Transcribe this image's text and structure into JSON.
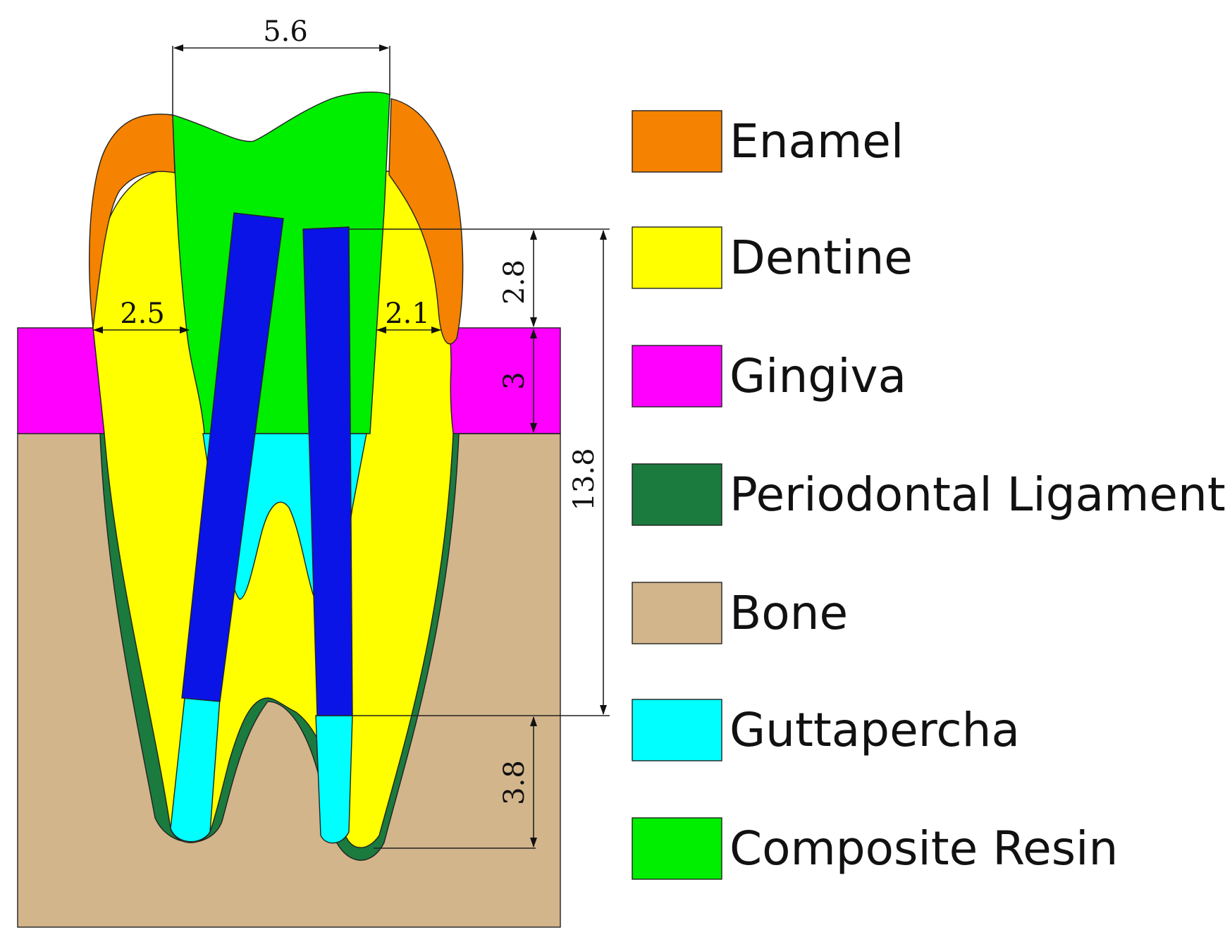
{
  "colors": {
    "enamel": "#F58200",
    "dentine": "#FFFF00",
    "gingiva": "#FF00FF",
    "periodontal_ligament": "#1B7A3E",
    "bone": "#D3B58B",
    "guttapercha": "#00FFFF",
    "composite_resin": "#00EE00",
    "post": "#0A14E6"
  },
  "dimensions": {
    "crown_width": "5.6",
    "left_wall": "2.5",
    "right_wall": "2.1",
    "post_above_gingiva": "2.8",
    "gingiva_height": "3",
    "post_length": "13.8",
    "apical_seal": "3.8"
  },
  "legend": [
    {
      "key": "enamel",
      "label": "Enamel",
      "color": "#F58200"
    },
    {
      "key": "dentine",
      "label": "Dentine",
      "color": "#FFFF00"
    },
    {
      "key": "gingiva",
      "label": "Gingiva",
      "color": "#FF00FF"
    },
    {
      "key": "periodontal-ligament",
      "label": "Periodontal Ligament",
      "color": "#1B7A3E"
    },
    {
      "key": "bone",
      "label": "Bone",
      "color": "#D3B58B"
    },
    {
      "key": "guttapercha",
      "label": "Guttapercha",
      "color": "#00FFFF"
    },
    {
      "key": "composite-resin",
      "label": "Composite Resin",
      "color": "#00EE00"
    }
  ]
}
